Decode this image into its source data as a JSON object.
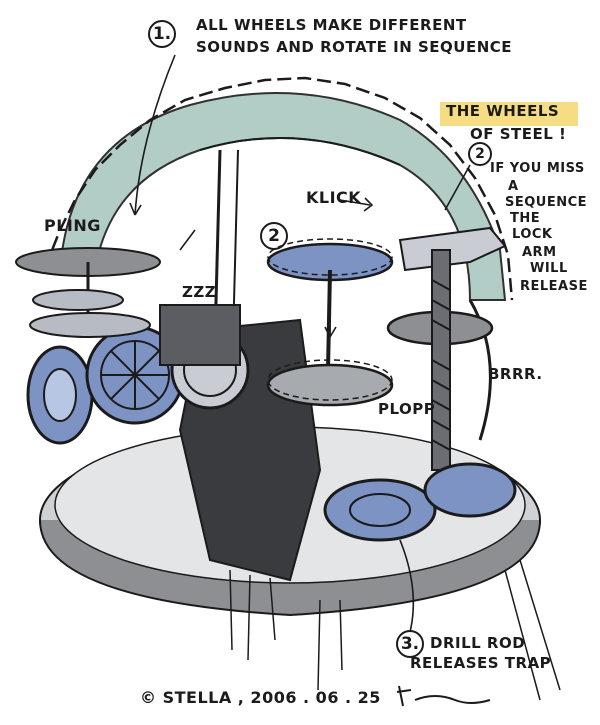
{
  "notes": {
    "n1_number": "1.",
    "n1_line1": "ALL WHEELS MAKE DIFFERENT",
    "n1_line2": "SOUNDS AND ROTATE IN SEQUENCE",
    "title_line1": "THE WHEELS",
    "title_line2": "OF STEEL !",
    "n2a_number": "2",
    "n2a_line1": "IF YOU MISS",
    "n2a_line2": "A",
    "n2a_line3": "SEQUENCE",
    "n2a_line4": "THE",
    "n2a_line5": "LOCK",
    "n2a_line6": "ARM",
    "n2a_line7": "WILL",
    "n2a_line8": "RELEASE",
    "n2b_number": "2",
    "n3_number": "3.",
    "n3_line1": "DRILL ROD",
    "n3_line2": "RELEASES TRAP"
  },
  "sounds": {
    "pling": "PLING",
    "klick": "KLICK",
    "zzz": "ZZZ",
    "brrr": "BRRR.",
    "plopp": "PLOPP"
  },
  "signature": {
    "text": "© STELLA , 2006 . 06 . 25"
  },
  "colors": {
    "ink": "#1b1b1b",
    "blue": "#7c93c4",
    "teal": "#a9c8bf",
    "grey": "#8d8f93",
    "highlight": "#f5d76e"
  }
}
